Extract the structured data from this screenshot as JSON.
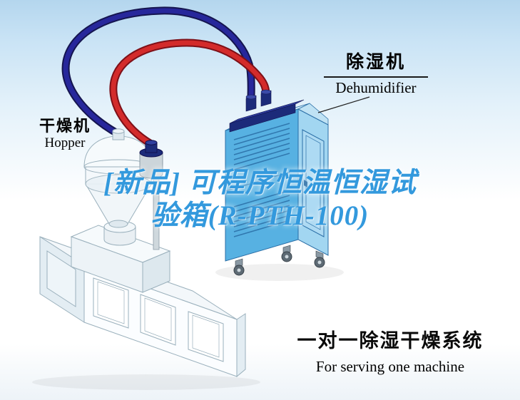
{
  "canvas": {
    "width": "729",
    "height": "561"
  },
  "equipment_labels": {
    "dehumidifier_zh": "除湿机",
    "dehumidifier_en": "Dehumidifier",
    "dryer_zh": "干燥机",
    "dryer_en": "Hopper"
  },
  "watermark": {
    "line1": "[新品] 可程序恒温恒湿试",
    "line2": "验箱(R-PTH-100)",
    "color": "#3399dd"
  },
  "caption": {
    "zh": "一对一除湿干燥系统",
    "en": "For serving one machine"
  },
  "illustration": {
    "hose_red_color": "#d32b2b",
    "hose_blue_color": "#27279b",
    "cabinet_front_color": "#57b1e2",
    "cabinet_side_color": "#a2d6f1",
    "cabinet_top_color": "#cfeaf8",
    "cabinet_band_color": "#1c2b7a",
    "machine_body_color": "#fbfdff"
  }
}
